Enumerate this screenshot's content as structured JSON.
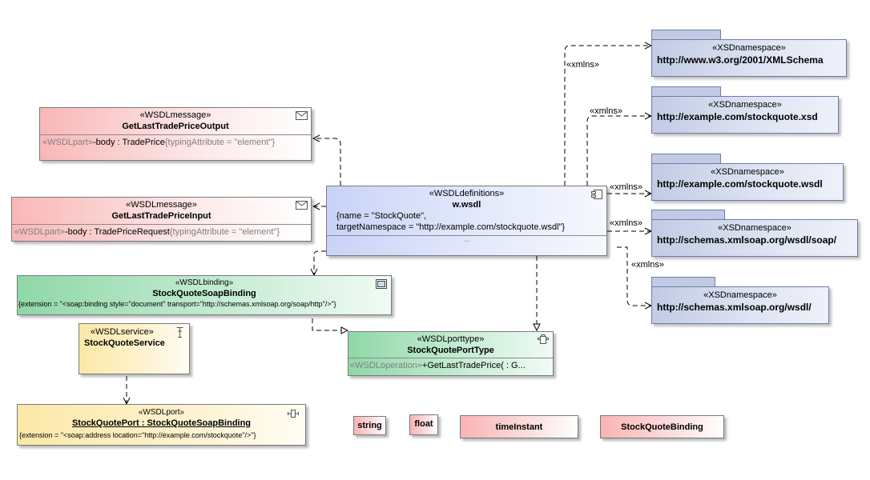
{
  "messages": [
    {
      "stereotype": "«WSDLmessage»",
      "name": "GetLastTradePriceOutput",
      "part_stereo": "«WSDLpart»",
      "part": "-body : TradePrice",
      "tag": "{typingAttribute = \"element\"}"
    },
    {
      "stereotype": "«WSDLmessage»",
      "name": "GetLastTradePriceInput",
      "part_stereo": "«WSDLpart»",
      "part": "-body : TradePriceRequest",
      "tag": "{typingAttribute = \"element\"}"
    }
  ],
  "definitions": {
    "stereotype": "«WSDLdefinitions»",
    "name": "w.wsdl",
    "tag1": "{name = \"StockQuote\",",
    "tag2": "targetNamespace = \"http://example.com/stockquote.wsdl\"}",
    "more": "..."
  },
  "binding": {
    "stereotype": "«WSDLbinding»",
    "name": "StockQuoteSoapBinding",
    "tag": "{extension = \"<soap:binding style=\"document\" transport=\"http://schemas.xmlsoap.org/soap/http\"/>\"}"
  },
  "service": {
    "stereotype": "«WSDLservice»",
    "name": "StockQuoteService"
  },
  "porttype": {
    "stereotype": "«WSDLporttype»",
    "name": "StockQuotePortType",
    "op_stereo": "«WSDLoperation»",
    "op": "+GetLastTradePrice(  : G..."
  },
  "port": {
    "stereotype": "«WSDLport»",
    "name": "StockQuotePort : StockQuoteSoapBinding",
    "tag": "{extension = \"<soap:address location=\"http://example.com/stockquote\"/>\"}"
  },
  "namespaces": [
    {
      "stereotype": "«XSDnamespace»",
      "name": "http://www.w3.org/2001/XMLSchema"
    },
    {
      "stereotype": "«XSDnamespace»",
      "name": "http://example.com/stockquote.xsd"
    },
    {
      "stereotype": "«XSDnamespace»",
      "name": "http://example.com/stockquote.wsdl"
    },
    {
      "stereotype": "«XSDnamespace»",
      "name": "http://schemas.xmlsoap.org/wsdl/soap/"
    },
    {
      "stereotype": "«XSDnamespace»",
      "name": "http://schemas.xmlsoap.org/wsdl/"
    }
  ],
  "xmlns_labels": [
    "«xmlns»",
    "«xmlns»",
    "«xmlns»",
    "«xmlns»",
    "«xmlns»"
  ],
  "types": [
    "string",
    "float",
    "timeInstant",
    "StockQuoteBinding"
  ],
  "icons": {
    "message": "envelope-icon",
    "definitions": "component-icon",
    "binding": "binding-icon",
    "service": "service-icon",
    "porttype": "interface-icon",
    "port": "port-icon"
  },
  "colors": {
    "message": "#f9b7b7",
    "definitions": "#c9d3f7",
    "binding": "#8fd7a7",
    "service": "#fbe8a8",
    "namespace": "#c2cbe4",
    "type": "#f9b4b4"
  }
}
